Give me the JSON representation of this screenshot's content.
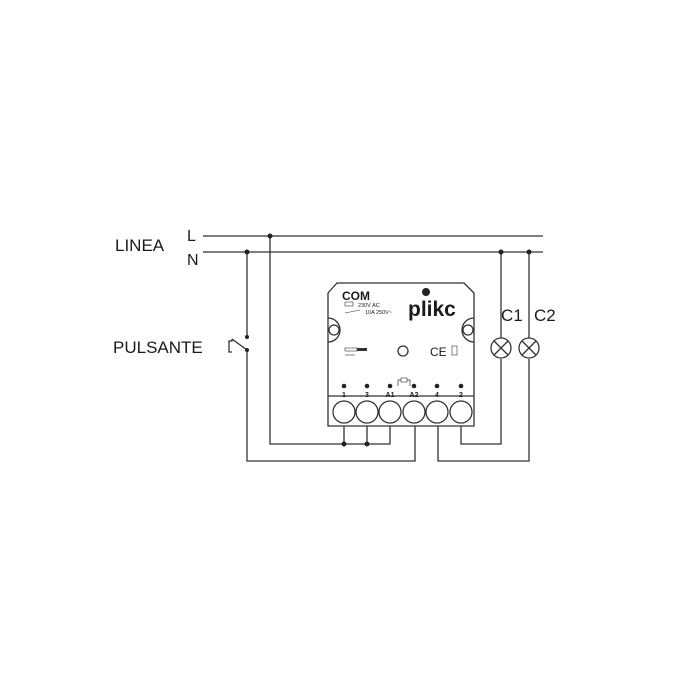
{
  "labels": {
    "linea": "LINEA",
    "l": "L",
    "n": "N",
    "pulsante": "PULSANTE",
    "c1": "C1",
    "c2": "C2"
  },
  "module": {
    "name": "COM",
    "brand": "plikc",
    "rating_coil": "230V AC",
    "rating_contact": "10A  250V~",
    "mark": "CE",
    "terminals": [
      "1",
      "3",
      "A1",
      "A2",
      "4",
      "2"
    ]
  }
}
